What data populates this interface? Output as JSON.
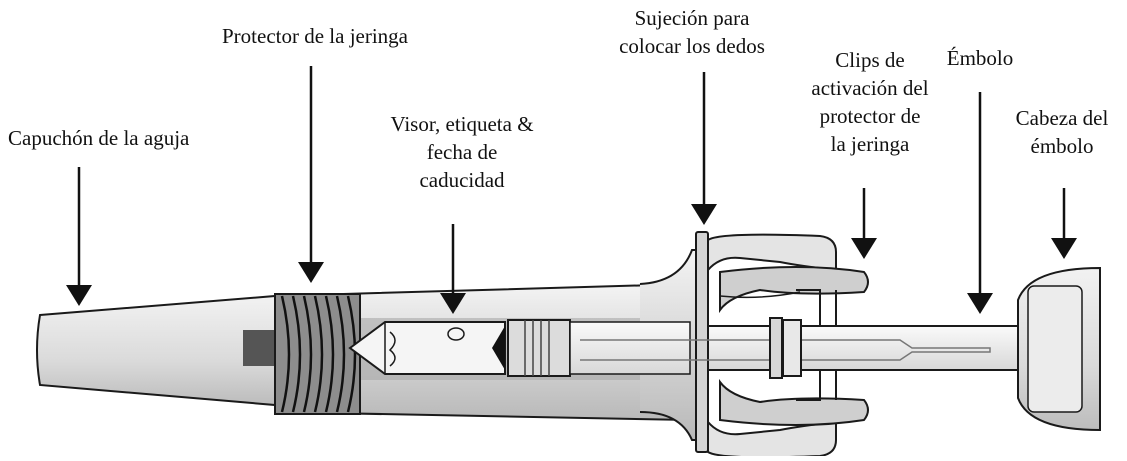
{
  "labels": {
    "needle_cap": [
      "Capuchón de la aguja"
    ],
    "syringe_guard": [
      "Protector de la jeringa"
    ],
    "viewer": [
      "Visor, etiqueta &",
      "fecha de",
      "caducidad"
    ],
    "finger_grip": [
      "Sujeción para",
      "colocar los dedos"
    ],
    "activation_clips": [
      "Clips de",
      "activación del",
      "protector de",
      "la jeringa"
    ],
    "plunger": [
      "Émbolo"
    ],
    "plunger_head": [
      "Cabeza del",
      "émbolo"
    ]
  },
  "colors": {
    "outline": "#1a1a1a",
    "body_light": "#e9e9e9",
    "body_mid": "#c9c9c9",
    "body_dark": "#8a8a8a",
    "window": "#f5f5f5",
    "needle_dark": "#555555"
  }
}
